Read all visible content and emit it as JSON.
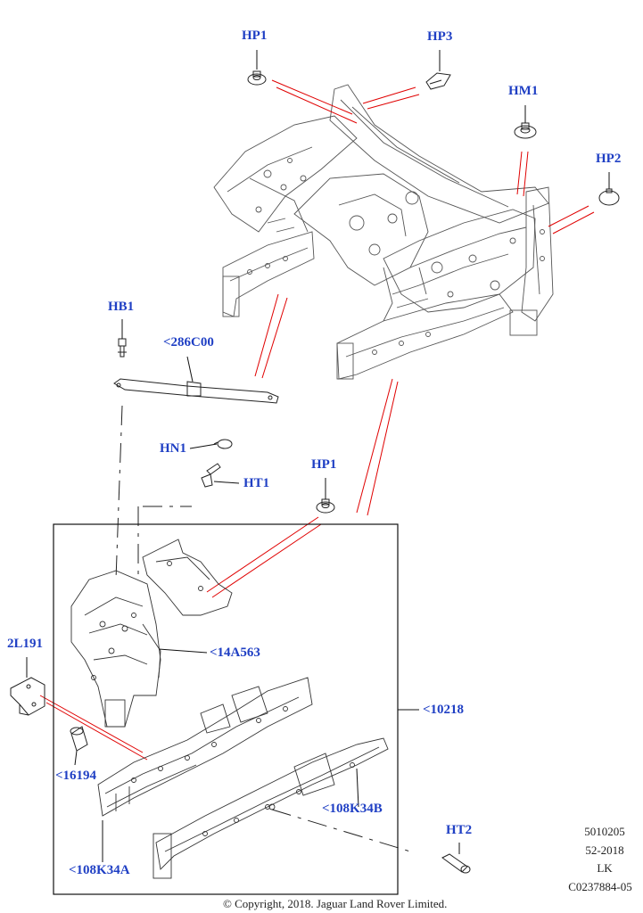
{
  "callouts": {
    "hp1_top": "HP1",
    "hp3": "HP3",
    "hm1": "HM1",
    "hp2": "HP2",
    "hb1": "HB1",
    "c286c00": "<286C00",
    "hn1": "HN1",
    "ht1": "HT1",
    "hp1_mid": "HP1",
    "l2l191": "2L191",
    "c14a563": "<14A563",
    "c10218": "<10218",
    "c16194": "<16194",
    "c108k34b": "<108K34B",
    "c108k34a": "<108K34A",
    "ht2": "HT2"
  },
  "meta": {
    "line1": "5010205",
    "line2": "52-2018",
    "line3": "LK",
    "line4": "C0237884-05"
  },
  "copyright": "© Copyright, 2018. Jaguar Land Rover Limited.",
  "colors": {
    "callout": "#1f3fc4",
    "leader_red": "#e00000",
    "line": "#111111"
  }
}
